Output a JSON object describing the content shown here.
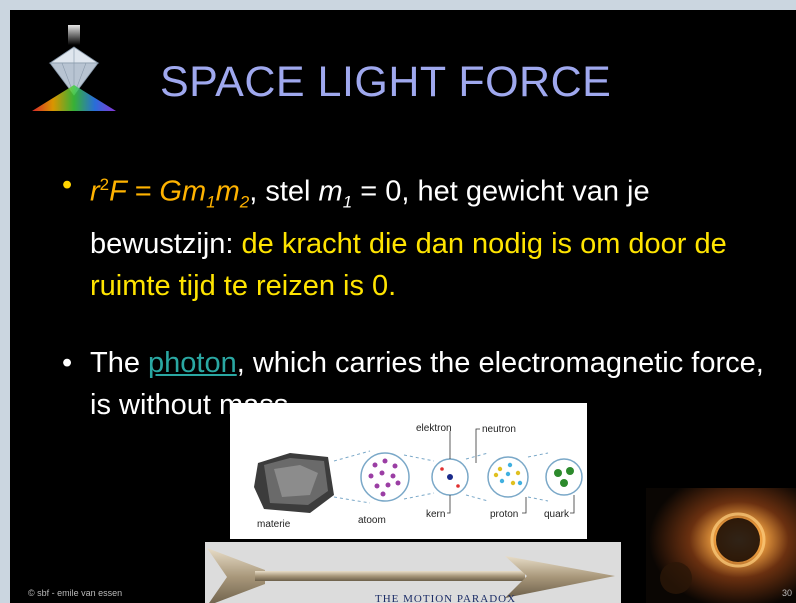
{
  "slide": {
    "title": "SPACE LIGHT FORCE",
    "bullet1": {
      "r": "r",
      "sup2": "2",
      "F": "F = Gm",
      "sub1": "1",
      "m": "m",
      "sub2": "2",
      "comma": ",",
      "stel": " stel ",
      "m1": "m",
      "m1sub": "1",
      "eq": " = 0, het gewicht van je bewustzijn: ",
      "yellow_text": "de kracht die dan nodig is om door de ruimte tijd te reizen is 0."
    },
    "bullet2": {
      "pre": "The ",
      "link": "photon",
      "post": ", which carries the electromagnetic force, is without mass."
    },
    "bullet_symbol": "•",
    "footer": "© sbf - emile van essen",
    "page_number": "30"
  },
  "diagram": {
    "labels": {
      "materie": "materie",
      "atoom": "atoom",
      "kern": "kern",
      "proton": "proton",
      "quark": "quark",
      "elektron": "elektron",
      "neutron": "neutron"
    }
  },
  "arrow_image": {
    "caption": "THE MOTION PARADOX"
  },
  "colors": {
    "background": "#000000",
    "title": "#9fa8ee",
    "yellow": "#ffe400",
    "orange": "#ffb300",
    "link": "#2aa7a2",
    "frame": "#cbd6e0"
  }
}
